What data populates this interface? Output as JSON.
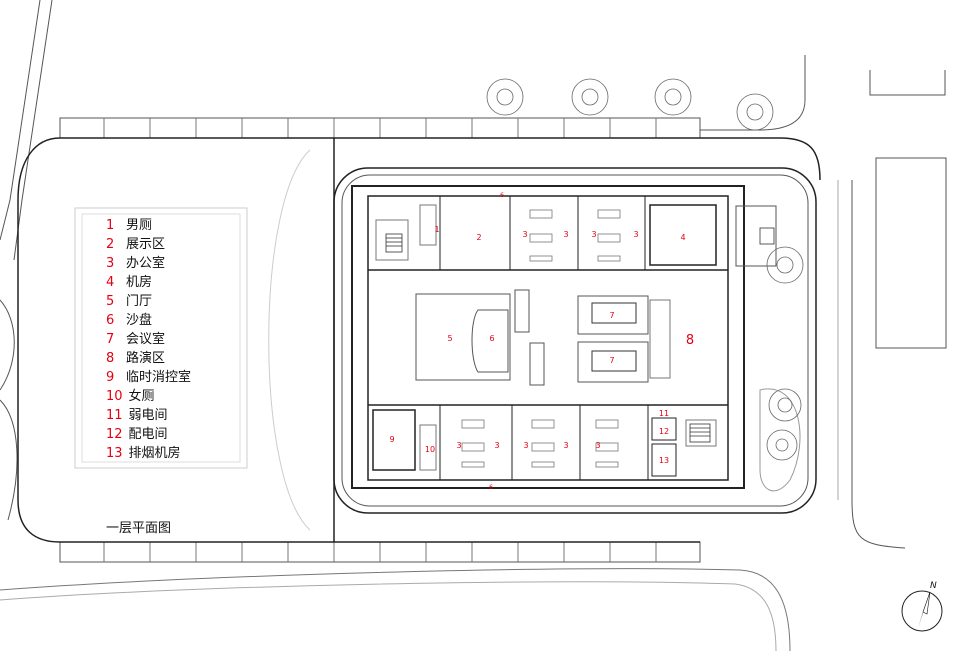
{
  "legend": [
    {
      "num": "1",
      "label": "男厕"
    },
    {
      "num": "2",
      "label": "展示区"
    },
    {
      "num": "3",
      "label": "办公室"
    },
    {
      "num": "4",
      "label": "机房"
    },
    {
      "num": "5",
      "label": "门厅"
    },
    {
      "num": "6",
      "label": "沙盘"
    },
    {
      "num": "7",
      "label": "会议室"
    },
    {
      "num": "8",
      "label": "路演区"
    },
    {
      "num": "9",
      "label": "临时消控室"
    },
    {
      "num": "10",
      "label": "女厕"
    },
    {
      "num": "11",
      "label": "弱电间"
    },
    {
      "num": "12",
      "label": "配电间"
    },
    {
      "num": "13",
      "label": "排烟机房"
    }
  ],
  "plan_title": "一层平面图",
  "north_label": "N",
  "room_marks": {
    "r1": "1",
    "r2": "2",
    "r3a": "3",
    "r3b": "3",
    "r3c": "3",
    "r3d": "3",
    "r4": "4",
    "r5": "5",
    "r6": "6",
    "r7a": "7",
    "r7b": "7",
    "r8": "8",
    "r9": "9",
    "r10": "10",
    "r3e": "3",
    "r3f": "3",
    "r3g": "3",
    "r3h": "3",
    "r3i": "3",
    "r11": "11",
    "r12": "12",
    "r13": "13",
    "d_top": "6",
    "d_bottom": "6"
  }
}
